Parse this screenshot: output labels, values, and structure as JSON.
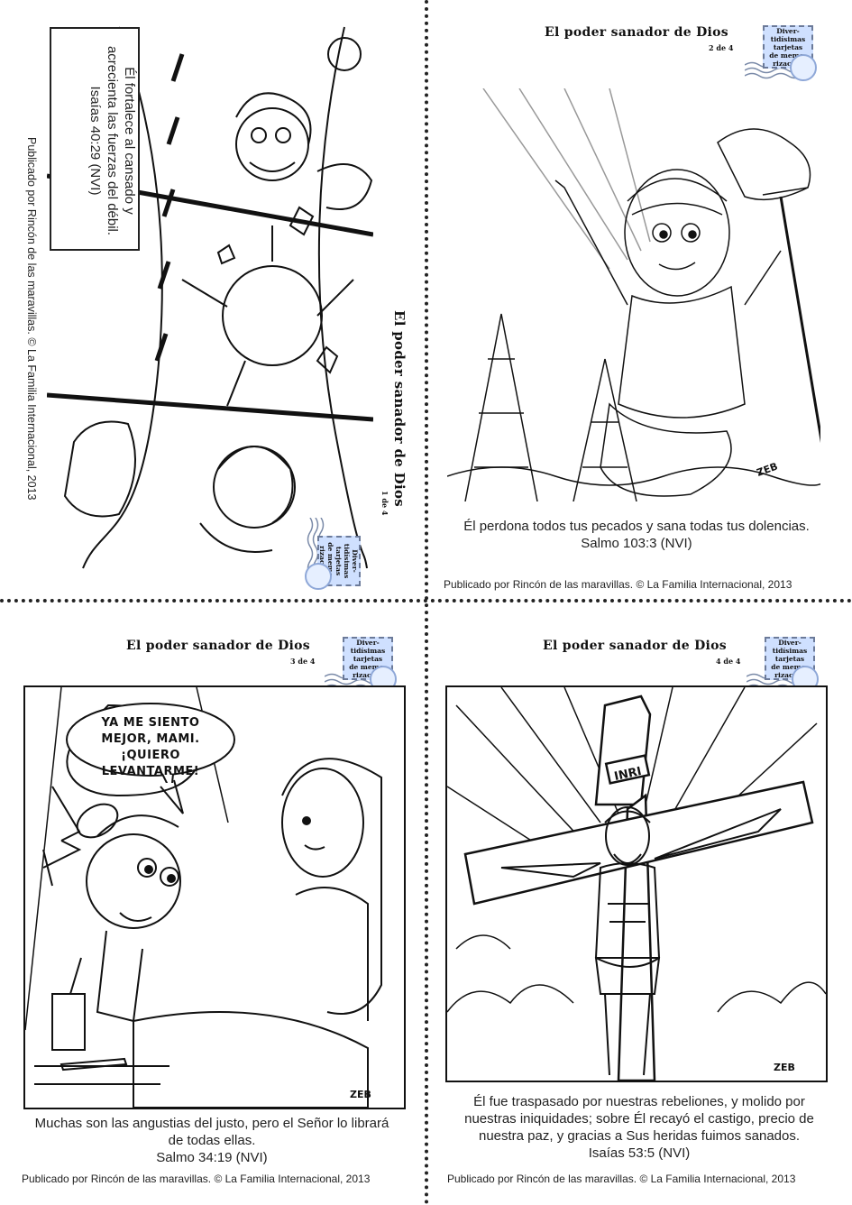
{
  "stamp_text": [
    "Diver-",
    "tidísimas",
    "tarjetas",
    "de memo-",
    "rización"
  ],
  "cards": [
    {
      "title": "El poder sanador de Dios",
      "count": "1 de 4",
      "verse": "Él fortalece al cansado y acrecienta las fuerzas del débil.",
      "reference": "Isaías 40:29 (NVI)",
      "publisher": "Publicado por Rincón de las maravillas. © La Familia Internacional, 2013"
    },
    {
      "title": "El poder sanador de Dios",
      "count": "2 de 4",
      "verse": "Él perdona todos tus pecados y sana todas tus dolencias.",
      "reference": "Salmo 103:3 (NVI)",
      "publisher": "Publicado por Rincón de las maravillas. © La Familia Internacional, 2013"
    },
    {
      "title": "El poder sanador de Dios",
      "count": "3 de 4",
      "speech_bubble": [
        "YA ME SIENTO",
        "MEJOR, MAMI.",
        "¡QUIERO",
        "LEVANTARME!"
      ],
      "verse": "Muchas son las angustias del justo, pero el Señor lo librará de todas ellas.",
      "reference": "Salmo 34:19 (NVI)",
      "publisher": "Publicado por Rincón de las maravillas. © La Familia Internacional, 2013"
    },
    {
      "title": "El poder sanador de Dios",
      "count": "4 de 4",
      "inscription": "INRI",
      "verse": "Él fue traspasado por nuestras rebeliones, y molido por nuestras iniquidades; sobre Él recayó el castigo, precio de nuestra paz, y gracias a Sus heridas fuimos sanados.",
      "reference": "Isaías 53:5 (NVI)",
      "publisher": "Publicado por Rincón de las maravillas. © La Familia Internacional, 2013"
    }
  ],
  "signatures": [
    "ZEB",
    "ZEB"
  ]
}
